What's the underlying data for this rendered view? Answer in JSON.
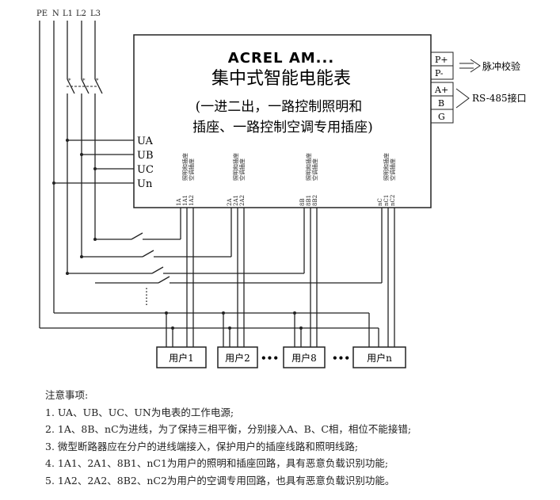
{
  "bus_labels": [
    "PE",
    "N",
    "L1",
    "L2",
    "L3"
  ],
  "meter": {
    "model": "ACREL AM...",
    "title": "集中式智能电能表",
    "desc_line1": "(一进二出，一路控制照明和",
    "desc_line2": "插座、一路控制空调专用插座)"
  },
  "inputs": [
    "UA",
    "UB",
    "UC",
    "Un"
  ],
  "ports": {
    "p_plus": "P+",
    "p_minus": "P-",
    "a_plus": "A+",
    "b": "B",
    "g": "G"
  },
  "pulse_label": "脉冲校验",
  "rs485_label": "RS-485接口",
  "terminal_groups": [
    {
      "terms": [
        "1A",
        "1A1",
        "1A2"
      ],
      "desc": [
        "照明和插座",
        "空调插座"
      ]
    },
    {
      "terms": [
        "2A",
        "2A1",
        "2A2"
      ],
      "desc": [
        "照明和插座",
        "空调插座"
      ]
    },
    {
      "terms": [
        "8B",
        "8B1",
        "8B2"
      ],
      "desc": [
        "照明和插座",
        "空调插座"
      ]
    },
    {
      "terms": [
        "nC",
        "nC1",
        "nC2"
      ],
      "desc": [
        "照明和插座",
        "空调插座"
      ]
    }
  ],
  "users": [
    "用户1",
    "用户2",
    "用户8",
    "用户n"
  ],
  "ellipsis": "•••",
  "notes_title": "注意事项:",
  "notes": [
    "1. UA、UB、UC、UN为电表的工作电源;",
    "2. 1A、8B、nC为进线，为了保持三相平衡，分别接入A、B、C相，相位不能接错;",
    "3. 微型断路器应在分户的进线端接入，保护用户的插座线路和照明线路;",
    "4. 1A1、2A1、8B1、nC1为用户的照明和插座回路，具有恶意负载识别功能;",
    "5. 1A2、2A2、8B2、nC2为用户的空调专用回路，也具有恶意负载识别功能。"
  ]
}
